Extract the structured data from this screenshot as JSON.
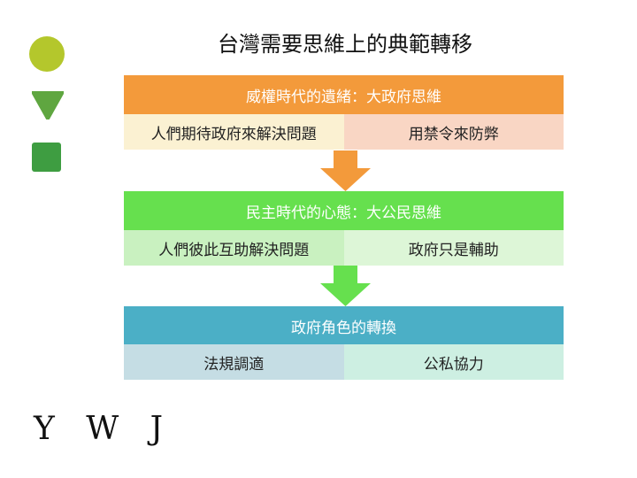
{
  "title": "台灣需要思維上的典範轉移",
  "logo_text": "Y W J",
  "colors": {
    "green_circle": "#B4C72C",
    "green_triangle": "#5FA640",
    "green_square": "#3E9D41",
    "orange": "#F39A3B",
    "orange_left": "#FBF1D2",
    "orange_right": "#F9D6C4",
    "green_banner": "#66E04E",
    "green_left": "#C9F1C0",
    "green_right": "#DDF6D7",
    "blue_banner": "#4BAFC6",
    "blue_left": "#C5DDE4",
    "blue_right": "#CDEFE2"
  },
  "sections": [
    {
      "header": "威權時代的遺緒：大政府思維",
      "left": "人們期待政府來解決問題",
      "right": "用禁令來防弊"
    },
    {
      "header": "民主時代的心態：大公民思維",
      "left": "人們彼此互助解決問題",
      "right": "政府只是輔助"
    },
    {
      "header": "政府角色的轉換",
      "left": "法規調適",
      "right": "公私協力"
    }
  ]
}
